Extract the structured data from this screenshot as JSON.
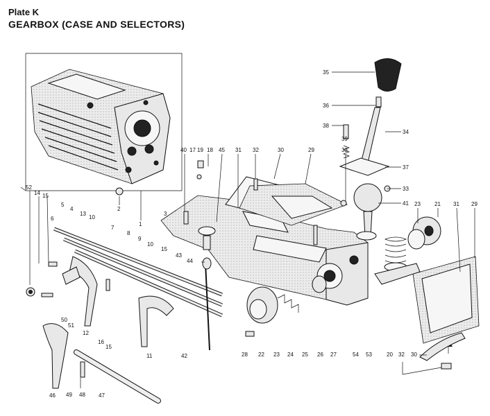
{
  "header": {
    "plate": "Plate K",
    "title": "GEARBOX (CASE AND SELECTORS)"
  },
  "diagram": {
    "callouts": [
      {
        "id": "35",
        "text": "35"
      },
      {
        "id": "36",
        "text": "36"
      },
      {
        "id": "34",
        "text": "34"
      },
      {
        "id": "38",
        "text": "38"
      },
      {
        "id": "39",
        "text": "39"
      },
      {
        "id": "37",
        "text": "37"
      },
      {
        "id": "33a",
        "text": "33"
      },
      {
        "id": "33b",
        "text": "33"
      },
      {
        "id": "41",
        "text": "41"
      },
      {
        "id": "23a",
        "text": "23"
      },
      {
        "id": "21",
        "text": "21"
      },
      {
        "id": "31a",
        "text": "31"
      },
      {
        "id": "29a",
        "text": "29"
      },
      {
        "id": "40",
        "text": "40"
      },
      {
        "id": "17",
        "text": "17"
      },
      {
        "id": "19",
        "text": "19"
      },
      {
        "id": "18",
        "text": "18"
      },
      {
        "id": "45",
        "text": "45"
      },
      {
        "id": "31b",
        "text": "31"
      },
      {
        "id": "32a",
        "text": "32"
      },
      {
        "id": "30a",
        "text": "30"
      },
      {
        "id": "29b",
        "text": "29"
      },
      {
        "id": "1",
        "text": "1"
      },
      {
        "id": "2",
        "text": "2"
      },
      {
        "id": "3",
        "text": "3"
      },
      {
        "id": "52",
        "text": "52"
      },
      {
        "id": "14",
        "text": "14"
      },
      {
        "id": "15a",
        "text": "15"
      },
      {
        "id": "5",
        "text": "5"
      },
      {
        "id": "4",
        "text": "4"
      },
      {
        "id": "6",
        "text": "6"
      },
      {
        "id": "13",
        "text": "13"
      },
      {
        "id": "10a",
        "text": "10"
      },
      {
        "id": "7",
        "text": "7"
      },
      {
        "id": "8",
        "text": "8"
      },
      {
        "id": "9",
        "text": "9"
      },
      {
        "id": "10b",
        "text": "10"
      },
      {
        "id": "15b",
        "text": "15"
      },
      {
        "id": "43",
        "text": "43"
      },
      {
        "id": "44",
        "text": "44"
      },
      {
        "id": "42",
        "text": "42"
      },
      {
        "id": "12",
        "text": "12"
      },
      {
        "id": "16",
        "text": "16"
      },
      {
        "id": "15c",
        "text": "15"
      },
      {
        "id": "11",
        "text": "11"
      },
      {
        "id": "50",
        "text": "50"
      },
      {
        "id": "51",
        "text": "51"
      },
      {
        "id": "46",
        "text": "46"
      },
      {
        "id": "49",
        "text": "49"
      },
      {
        "id": "48",
        "text": "48"
      },
      {
        "id": "47",
        "text": "47"
      },
      {
        "id": "28",
        "text": "28"
      },
      {
        "id": "22",
        "text": "22"
      },
      {
        "id": "23b",
        "text": "23"
      },
      {
        "id": "24",
        "text": "24"
      },
      {
        "id": "25",
        "text": "25"
      },
      {
        "id": "26",
        "text": "26"
      },
      {
        "id": "27",
        "text": "27"
      },
      {
        "id": "54",
        "text": "54"
      },
      {
        "id": "53",
        "text": "53"
      },
      {
        "id": "20",
        "text": "20"
      },
      {
        "id": "32b",
        "text": "32"
      },
      {
        "id": "30b",
        "text": "30"
      }
    ]
  }
}
